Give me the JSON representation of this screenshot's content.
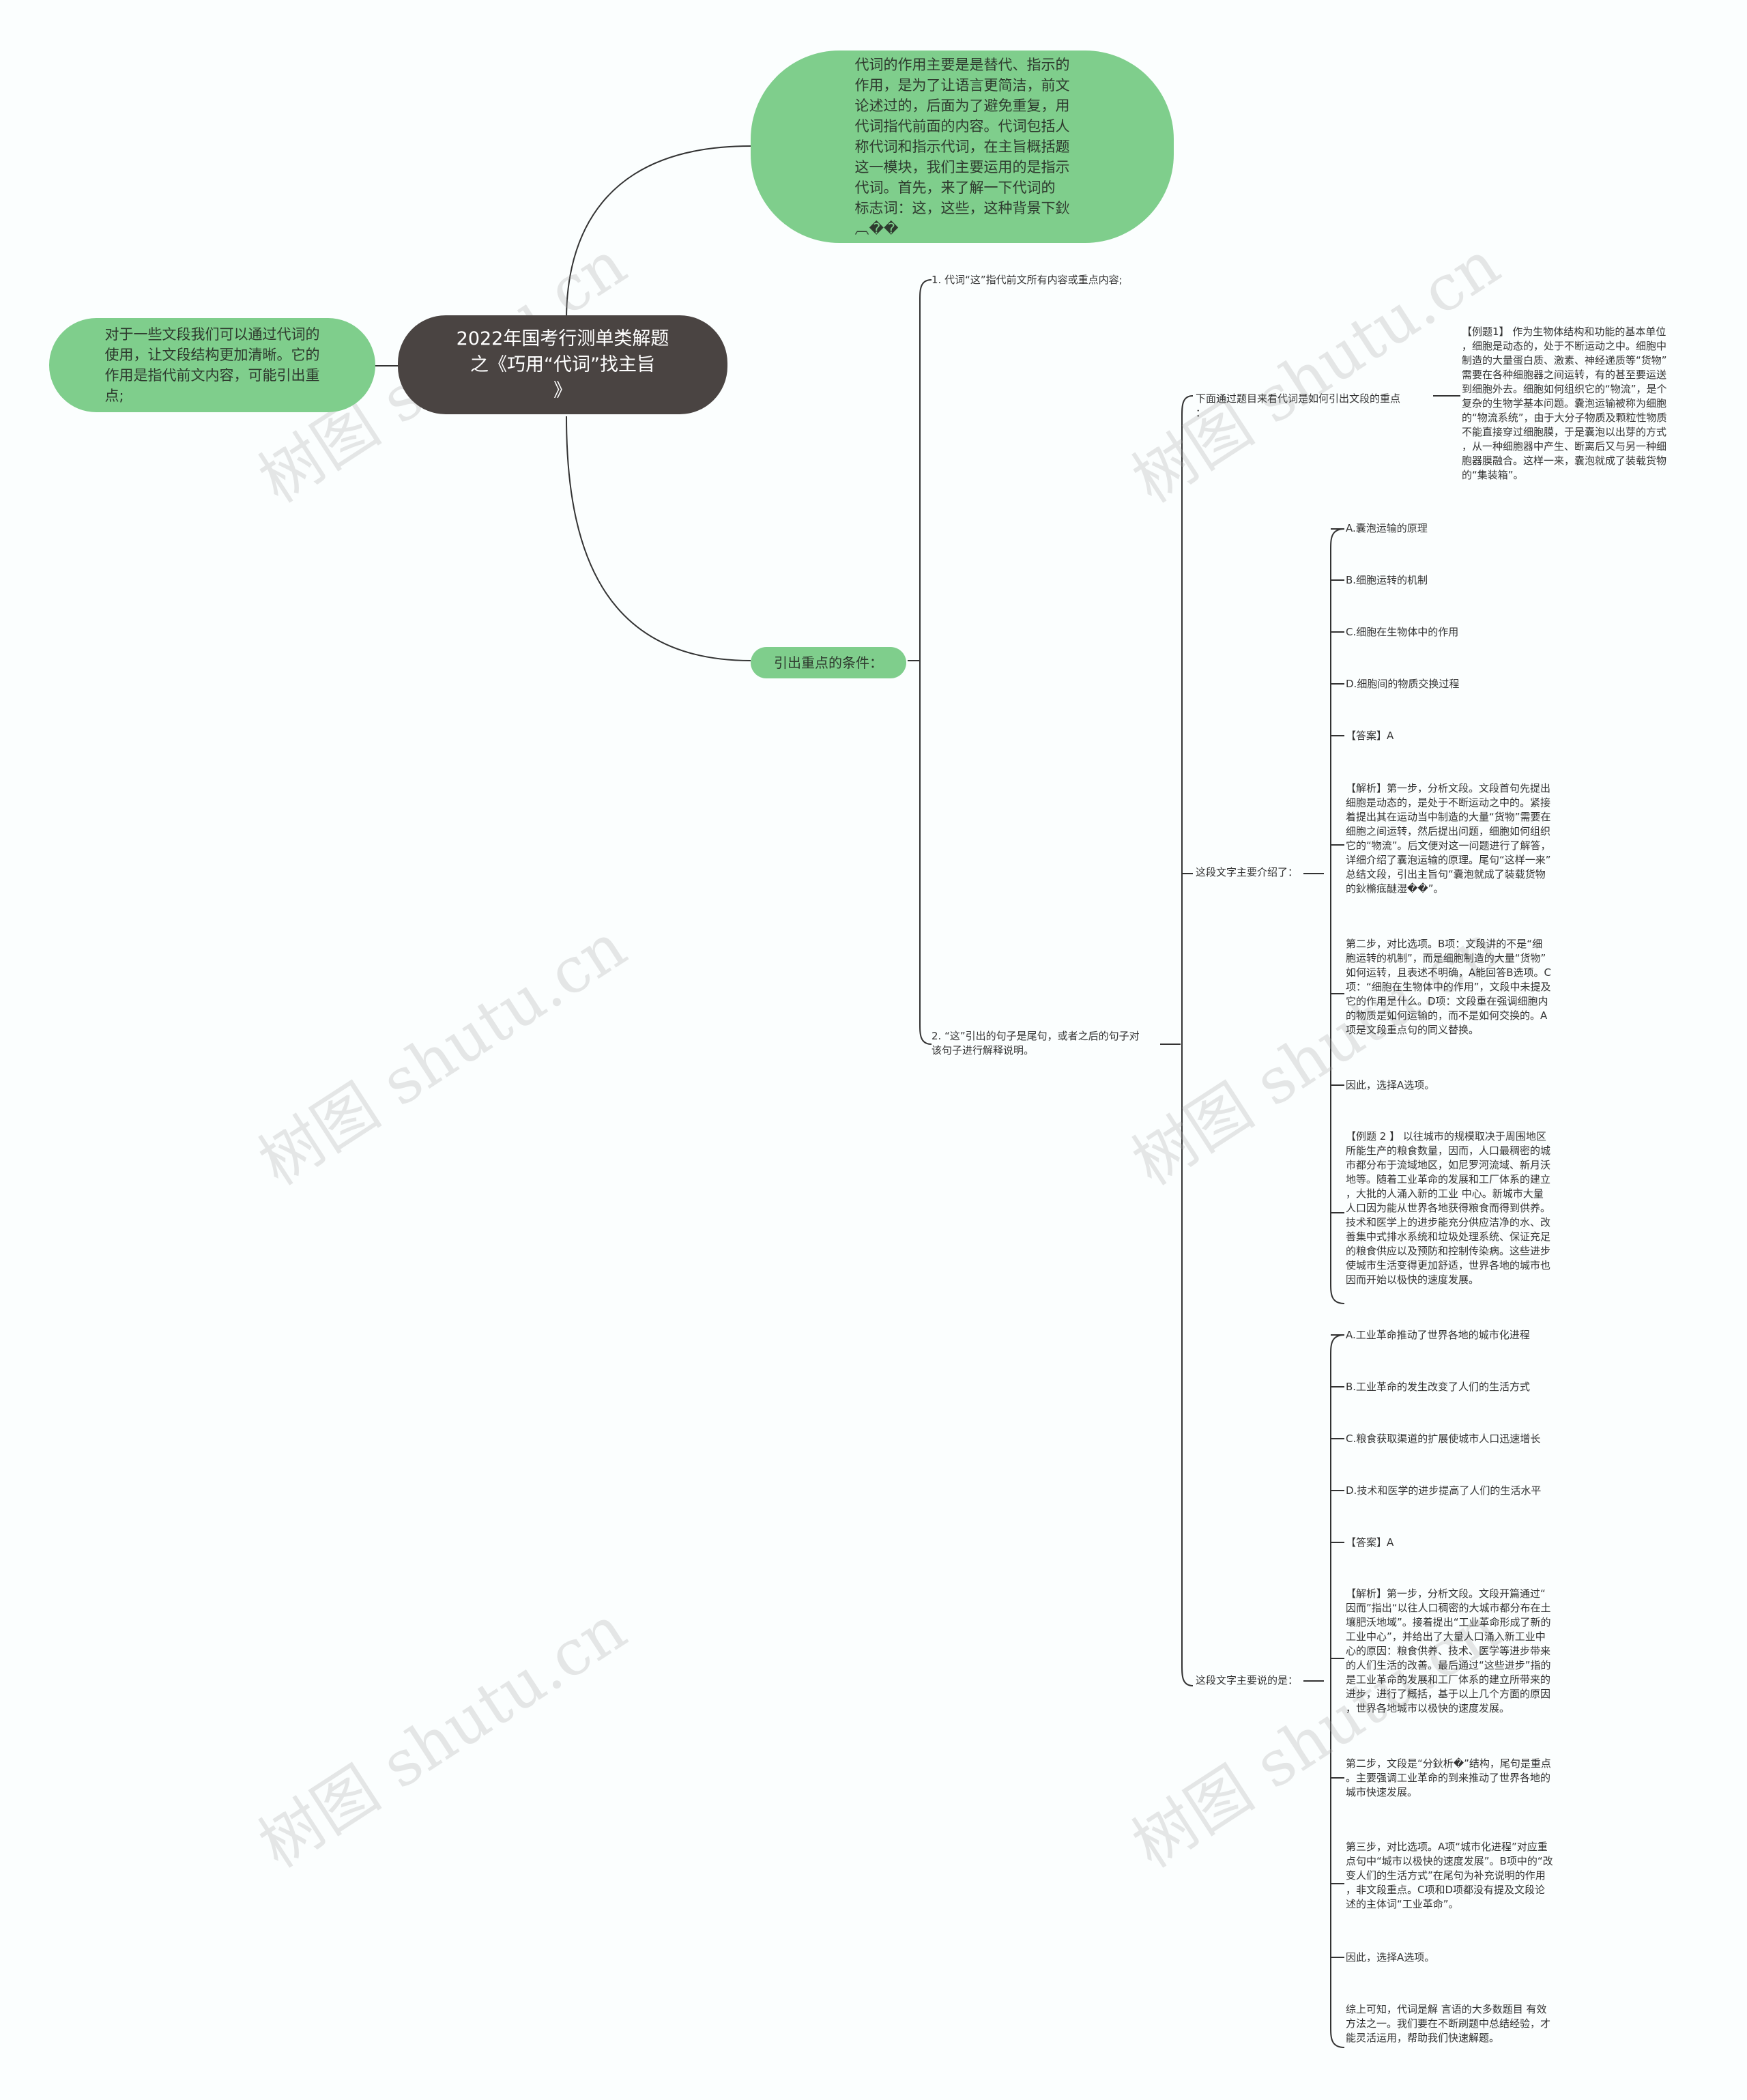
{
  "root": {
    "title": "2022年国考行测单类解题\n之《巧用“代词”找主旨\n》"
  },
  "left_note": {
    "text": "对于一些文段我们可以通过代词的\n使用，让文段结构更加清晰。它的\n作用是指代前文内容，可能引出重\n点;"
  },
  "top_note": {
    "text": "代词的作用主要是是替代、指示的\n作用，是为了让语言更简洁，前文\n论述过的，后面为了避免重复，用\n代词指代前面的内容。代词包括人\n称代词和指示代词，在主旨概括题\n这一模块，我们主要运用的是指示\n代词。首先，来了解一下代词的\n标志词：这，这些，这种背景下鈥\n︹��"
  },
  "condition_node": {
    "label": "引出重点的条件："
  },
  "cond1": {
    "label": "1. 代词“这”指代前文所有内容或重点内容;"
  },
  "cond2": {
    "label": "2. “这”引出的句子是尾句，或者之后的句子对\n该句子进行解释说明。"
  },
  "intro_node": {
    "label": "下面通过题目来看代词是如何引出文段的重点\n："
  },
  "example1": {
    "label": "【例题1】 作为生物体结构和功能的基本单位\n，细胞是动态的，处于不断运动之中。细胞中\n制造的大量蛋白质、激素、神经递质等“货物”\n需要在各种细胞器之间运转，有的甚至要运送\n到细胞外去。细胞如何组织它的“物流”，是个\n复杂的生物学基本问题。囊泡运输被称为细胞\n的“物流系统”，由于大分子物质及颗粒性物质\n不能直接穿过细胞膜，于是囊泡以出芽的方式\n，从一种细胞器中产生、断离后又与另一种细\n胞器膜融合。这样一来，囊泡就成了装载货物\n的“集装箱”。"
  },
  "q1": {
    "label": "这段文字主要介绍了：",
    "items": [
      "A.囊泡运输的原理",
      "B.细胞运转的机制",
      "C.细胞在生物体中的作用",
      "D.细胞间的物质交换过程",
      "【答案】A",
      "【解析】第一步，分析文段。文段首句先提出\n细胞是动态的，是处于不断运动之中的。紧接\n着提出其在运动当中制造的大量“货物”需要在\n细胞之间运转，然后提出问题，细胞如何组织\n它的“物流”。后文便对这一问题进行了解答，\n详细介绍了囊泡运输的原理。尾句“这样一来”\n总结文段，引出主旨句“囊泡就成了装载货物\n的鈥樇疷醚湿��”。",
      "第二步，对比选项。B项：文段讲的不是“细\n胞运转的机制”，而是细胞制造的大量“货物”\n如何运转，且表述不明确，A能回答B选项。C\n项：“细胞在生物体中的作用”，文段中未提及\n它的作用是什么。D项：文段重在强调细胞内\n的物质是如何运输的，而不是如何交换的。A\n项是文段重点句的同义替换。",
      "因此，选择A选项。",
      "【例题 2 】 以往城市的规模取决于周围地区\n所能生产的粮食数量，因而，人口最稠密的城\n市都分布于流域地区，如尼罗河流域、新月沃\n地等。随着工业革命的发展和工厂体系的建立\n，大批的人涌入新的工业 中心。新城市大量\n人口因为能从世界各地获得粮食而得到供养。\n技术和医学上的进步能充分供应洁净的水、改\n善集中式排水系统和垃圾处理系统、保证充足\n的粮食供应以及预防和控制传染病。这些进步\n使城市生活变得更加舒适，世界各地的城市也\n因而开始以极快的速度发展。"
    ]
  },
  "q2": {
    "label": "这段文字主要说的是：",
    "items": [
      "A.工业革命推动了世界各地的城市化进程",
      "B.工业革命的发生改变了人们的生活方式",
      "C.粮食获取渠道的扩展使城市人口迅速增长",
      "D.技术和医学的进步提高了人们的生活水平",
      "【答案】A",
      "【解析】第一步，分析文段。文段开篇通过“\n因而”指出“以往人口稠密的大城市都分布在土\n壤肥沃地域”。接着提出“工业革命形成了新的\n工业中心”，并给出了大量人口涌入新工业中\n心的原因：粮食供养、技术、医学等进步带来\n的人们生活的改善。最后通过“这些进步”指的\n是工业革命的发展和工厂体系的建立所带来的\n进步，进行了概括，基于以上几个方面的原因\n，世界各地城市以极快的速度发展。",
      "第二步，文段是“分鈥析�”结构，尾句是重点\n。主要强调工业革命的到来推动了世界各地的\n城市快速发展。",
      "第三步，对比选项。A项“城市化进程”对应重\n点句中“城市以极快的速度发展”。B项中的“改\n变人们的生活方式”在尾句为补充说明的作用\n，非文段重点。C项和D项都没有提及文段论\n述的主体词“工业革命”。",
      "因此，选择A选项。",
      "综上可知，代词是解 言语的大多数题目 有效\n方法之一。我们要在不断刷题中总结经验，才\n能灵活运用，帮助我们快速解题。"
    ]
  },
  "watermark": "树图 shutu.cn",
  "colors": {
    "node_green": "#7fce8c",
    "root_dark": "#4a4442",
    "line": "#333333"
  }
}
